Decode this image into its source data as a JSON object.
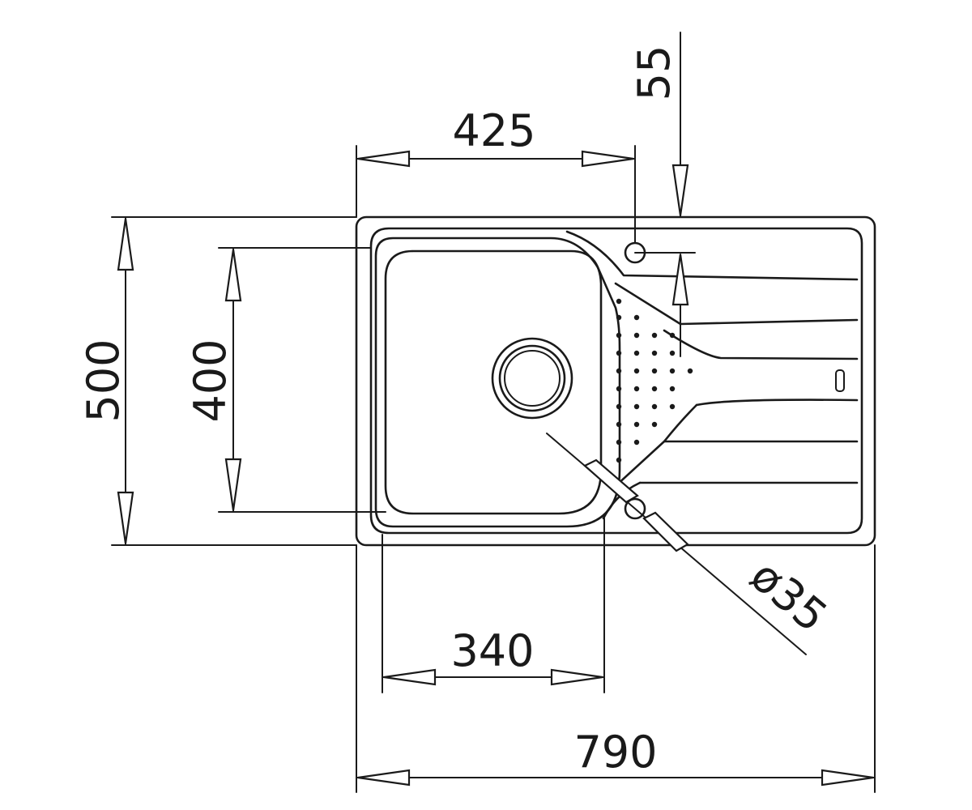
{
  "dimensions": {
    "width_total": "790",
    "height_total": "500",
    "bowl_height": "400",
    "bowl_width": "340",
    "tap_hole_offset": "425",
    "tap_hole_top": "55",
    "tap_hole_diameter": "ø35"
  },
  "colors": {
    "line": "#1a1a1a",
    "background": "#ffffff"
  }
}
